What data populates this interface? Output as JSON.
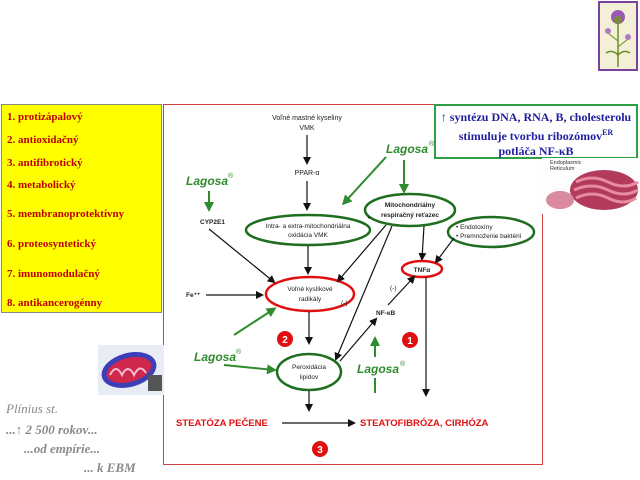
{
  "properties": [
    "1. protizápalový",
    "2. antioxidačný",
    "3. antifibrotický",
    "4. metabolický",
    "5. membranoprotektívny",
    "6. proteosyntetický",
    "7. imunomodulačný",
    "8. antikancerogénny"
  ],
  "infobox": {
    "line1": "↑ syntézu DNA, RNA, B, cholesterolu",
    "line2_pre": "stimuluje tvorbu ribozómov",
    "line2_sup": "ER",
    "line3": "potláča NF-κB"
  },
  "er_image": {
    "label_line1": "Endoplasmic",
    "label_line2": "Reticulum"
  },
  "diagram": {
    "fatty_acids_1": "Voľné mastné kyseliny",
    "fatty_acids_2": "VMK",
    "ppar": "PPAR-α",
    "oxidation_1": "Intra- a extra-mitochondriálna",
    "oxidation_2": "oxidácia VMK",
    "respiratory_1": "Mitochondriálny",
    "respiratory_2": "respiračný reťazec",
    "endotoxins_1": "• Endotoxíny",
    "endotoxins_2": "• Premnoženie baktérií",
    "cyp": "CYP2E1",
    "fe": "Fe⁺⁺",
    "radicals_1": "Voľné kyslíkové",
    "radicals_2": "radikály",
    "tnf": "TNFα",
    "nfkb": "NF-κB",
    "minus": "(-)",
    "peroxidation_1": "Peroxidácia",
    "peroxidation_2": "lipidov",
    "lagosa": "Lagosa",
    "reg": "®",
    "steatosis": "STEATÓZA PEČENE",
    "steatofibrosis": "STEATOFIBRÓZA, CIRHÓZA",
    "badge1": "1",
    "badge2": "2",
    "badge3": "3"
  },
  "plinius": {
    "line1": "Plínius st.",
    "line2": "...↑ 2 500 rokov...",
    "line3": "...od empírie...",
    "line4": "... k EBM"
  },
  "colors": {
    "green": "#2e8b2e",
    "red": "#e01010",
    "dark_red": "#c00000",
    "navy": "#1f1fa0",
    "yellow": "#ffff00"
  }
}
